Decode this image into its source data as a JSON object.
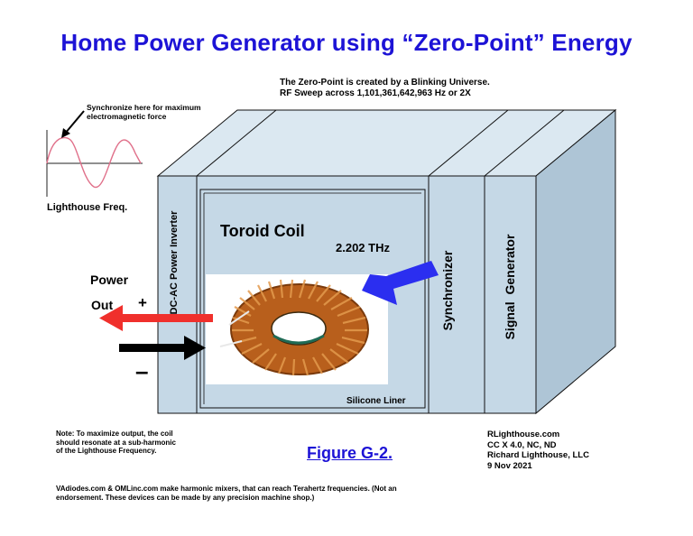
{
  "title": "Home Power Generator using “Zero-Point” Energy",
  "zero_point_line1": "The Zero-Point is created by a Blinking Universe.",
  "zero_point_line2": "RF Sweep across 1,101,361,642,963 Hz  or 2X",
  "sync_note_line1": "Synchronize here for maximum",
  "sync_note_line2": "electromagnetic force",
  "lighthouse_freq": "Lighthouse Freq.",
  "power_label": "Power",
  "out_label": "Out",
  "plus": "+",
  "minus": "–",
  "dcac_label": "DC-AC Power Inverter",
  "toroid_label": "Toroid Coil",
  "thz_label": "2.202 THz",
  "silicone_liner": "Silicone Liner",
  "synchronizer": "Synchronizer",
  "signal_generator": "Signal  Generator",
  "note_line1": "Note:  To maximize output, the coil",
  "note_line2": "should resonate at a sub-harmonic",
  "note_line3": "of the Lighthouse Frequency.",
  "figure_label": "Figure G-2.",
  "credits_line1": "RLighthouse.com",
  "credits_line2": "CC X 4.0, NC, ND",
  "credits_line3": "Richard Lighthouse, LLC",
  "credits_line4": "9 Nov 2021",
  "footer_line1": "VAdiodes.com & OMLinc.com make harmonic mixers, that can reach Terahertz frequencies.  (Not an",
  "footer_line2": "endorsement.  These devices can be made by any precision machine shop.)",
  "colors": {
    "title_blue": "#1d13d6",
    "box_face": "#c5d8e6",
    "box_top": "#dbe8f1",
    "box_side": "#aec5d6",
    "red_arrow": "#f0302c",
    "blue_arrow": "#2b2ef0",
    "coil_copper": "#c26a22"
  }
}
